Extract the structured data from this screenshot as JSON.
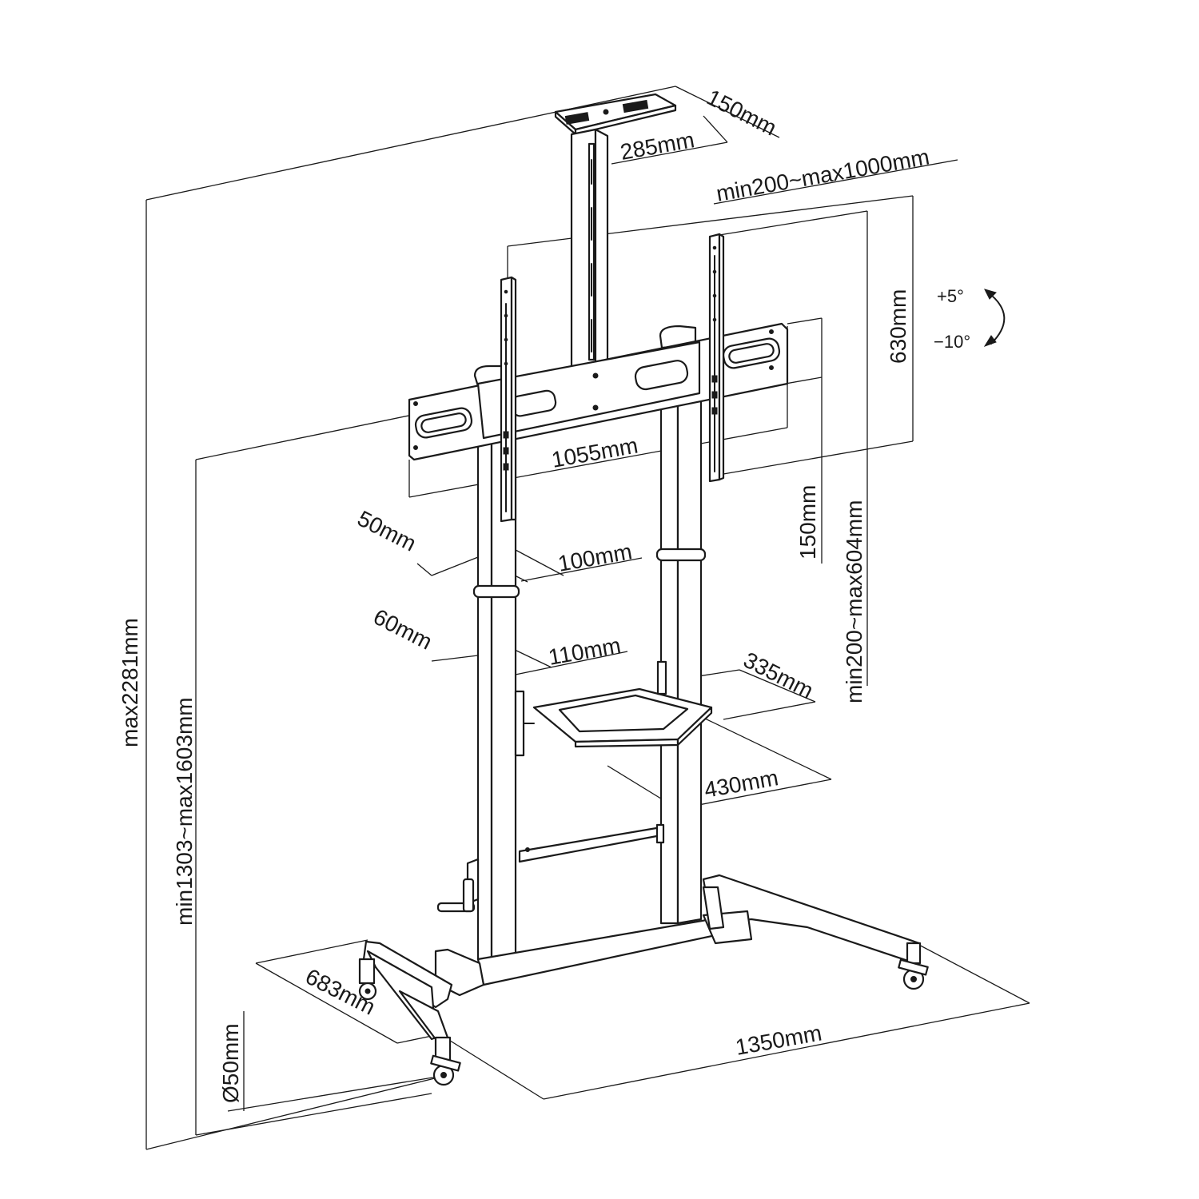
{
  "diagram": {
    "colors": {
      "stroke": "#1a1a1a",
      "background": "#ffffff"
    },
    "dimensions": {
      "top_shelf_depth": "150mm",
      "top_shelf_width": "285mm",
      "vesa_horizontal": "min200~max1000mm",
      "bracket_height": "630mm",
      "tilt_up": "+5°",
      "tilt_down": "−10°",
      "bracket_width": "1055mm",
      "vesa_vertical_offset": "150mm",
      "vesa_vertical": "min200~max604mm",
      "upper_column_depth": "50mm",
      "upper_column_width": "100mm",
      "lower_column_depth": "60mm",
      "lower_column_width": "110mm",
      "shelf_depth": "335mm",
      "shelf_width": "430mm",
      "max_height": "max2281mm",
      "height_range": "min1303~max1603mm",
      "base_depth": "683mm",
      "base_width": "1350mm",
      "caster_diameter": "Ø50mm"
    }
  }
}
